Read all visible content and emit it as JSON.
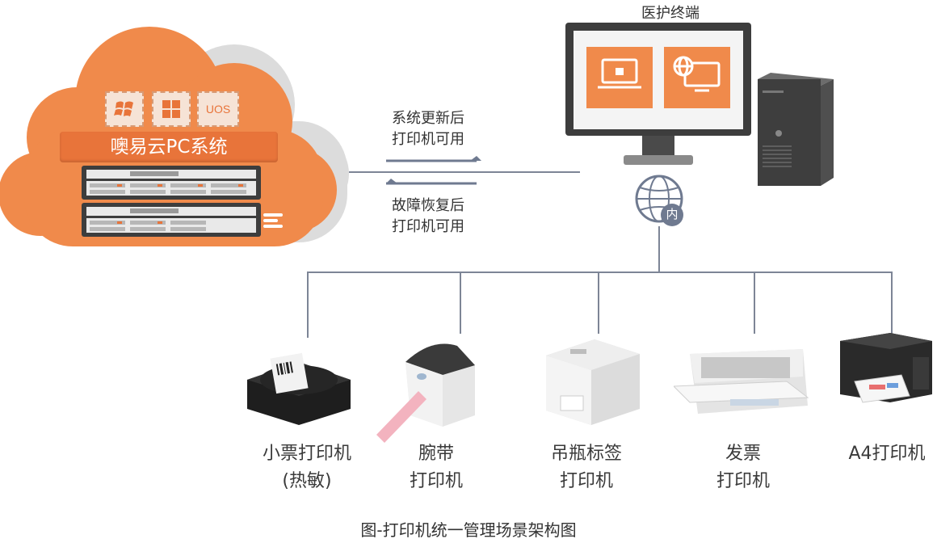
{
  "cloud": {
    "label": "噢易云PC系统",
    "os_badges": [
      "windows-xp-icon",
      "windows-icon",
      "UOS"
    ],
    "uos_text": "UOS"
  },
  "arrows": {
    "top_label_1": "系统更新后",
    "top_label_2": "打印机可用",
    "bottom_label_1": "故障恢复后",
    "bottom_label_2": "打印机可用"
  },
  "terminal": {
    "title": "医护终端",
    "network_badge": "内"
  },
  "printers": [
    {
      "line1": "小票打印机",
      "line2": "(热敏)"
    },
    {
      "line1": "腕带",
      "line2": "打印机"
    },
    {
      "line1": "吊瓶标签",
      "line2": "打印机"
    },
    {
      "line1": "发票",
      "line2": "打印机"
    },
    {
      "line1": "A4打印机",
      "line2": ""
    }
  ],
  "caption": "图-打印机统一管理场景架构图",
  "colors": {
    "orange": "#f08a4b",
    "orange_dark": "#e8743a",
    "line": "#7d8596",
    "monitor": "#3d3d3d"
  }
}
